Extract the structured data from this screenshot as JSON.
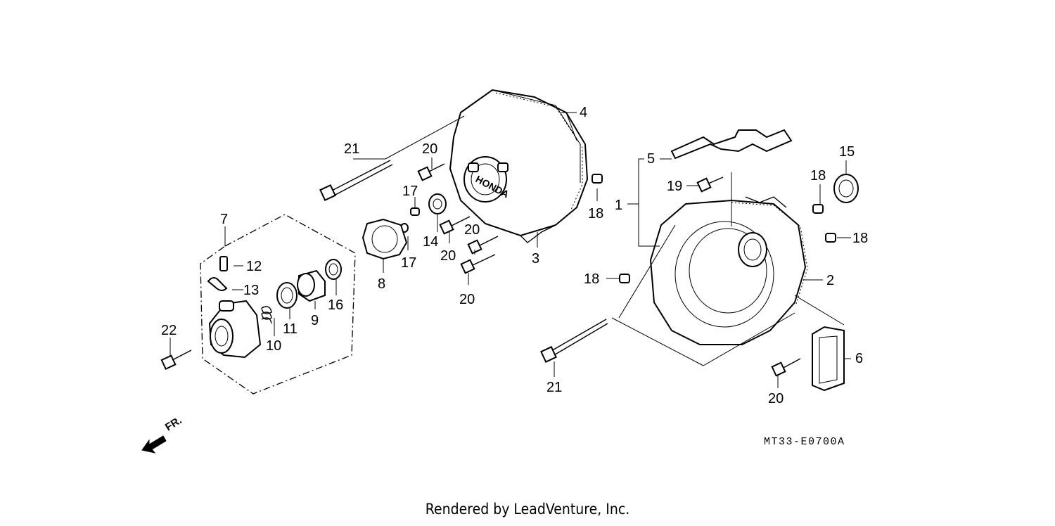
{
  "diagram": {
    "callouts": [
      {
        "label": "1"
      },
      {
        "label": "2"
      },
      {
        "label": "3"
      },
      {
        "label": "4"
      },
      {
        "label": "5"
      },
      {
        "label": "6"
      },
      {
        "label": "7"
      },
      {
        "label": "8"
      },
      {
        "label": "9"
      },
      {
        "label": "10"
      },
      {
        "label": "11"
      },
      {
        "label": "12"
      },
      {
        "label": "13"
      },
      {
        "label": "14"
      },
      {
        "label": "15"
      },
      {
        "label": "16"
      },
      {
        "label": "17"
      },
      {
        "label": "17"
      },
      {
        "label": "18"
      },
      {
        "label": "18"
      },
      {
        "label": "18"
      },
      {
        "label": "18"
      },
      {
        "label": "19"
      },
      {
        "label": "20"
      },
      {
        "label": "20"
      },
      {
        "label": "20"
      },
      {
        "label": "20"
      },
      {
        "label": "20"
      },
      {
        "label": "21"
      },
      {
        "label": "21"
      },
      {
        "label": "22"
      }
    ],
    "front_label": "FR.",
    "part_code": "MT33-E0700A",
    "logo_text": "HONDA"
  },
  "footer": {
    "credit": "Rendered by LeadVenture, Inc."
  }
}
